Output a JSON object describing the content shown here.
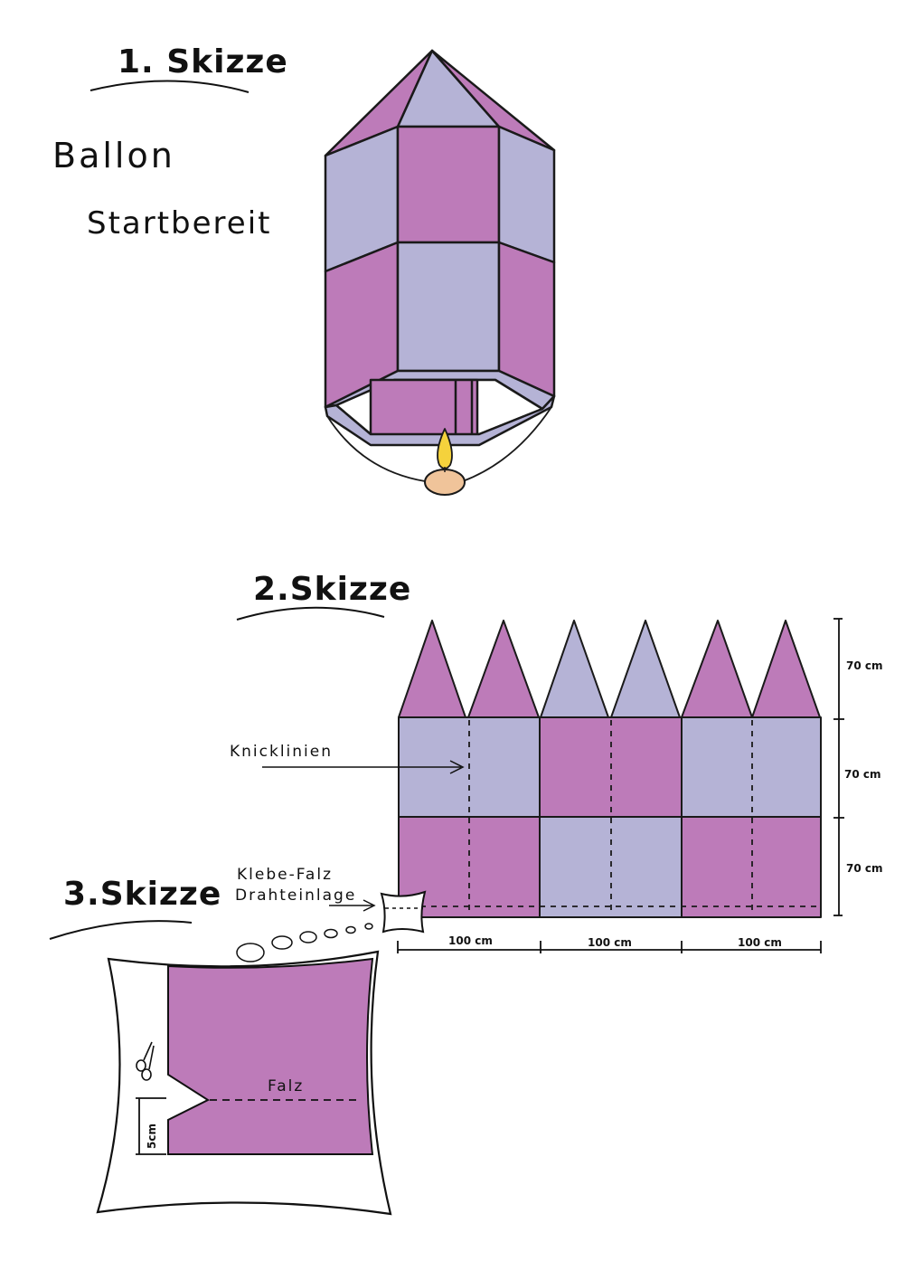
{
  "sketch1": {
    "heading": "1. Skizze",
    "caption_line1": "Ballon",
    "caption_line2": "Startbereit"
  },
  "sketch2": {
    "heading": "2.Skizze",
    "knicklinien": "Knicklinien",
    "klebefalz_line1": "Klebe-Falz",
    "klebefalz_line2": "Drahteinlage",
    "height_labels": [
      "70 cm",
      "70 cm",
      "70 cm"
    ],
    "width_labels": [
      "100 cm",
      "100 cm",
      "100 cm"
    ]
  },
  "sketch3": {
    "heading": "3.Skizze",
    "falz": "Falz",
    "dimension": "5cm"
  },
  "colors": {
    "purple": "#bd7bb9",
    "lavender": "#b5b3d6",
    "outline": "#1a1a1a",
    "flame": "#f5d23c",
    "candle": "#f0c49a"
  }
}
